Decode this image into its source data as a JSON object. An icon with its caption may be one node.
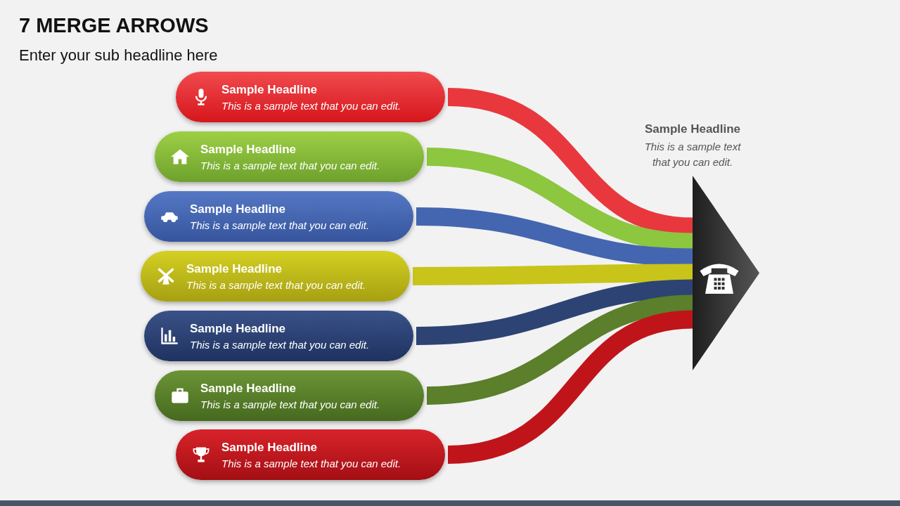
{
  "diagram": {
    "title": "7 MERGE ARROWS",
    "nodes": [
      {
        "text": [
          "Sample Headline",
          "This is a sample text that you can edit."
        ]
      },
      {
        "text": [
          "Sample Headline",
          "This is a sample text that you can edit."
        ]
      },
      {
        "text": [
          "Sample Headline",
          "This is a sample text that you can edit."
        ]
      },
      {
        "text": [
          "Sample Headline",
          "This is a sample text that you can edit."
        ]
      },
      {
        "text": [
          "Sample Headline",
          "This is a sample text that you can edit."
        ]
      },
      {
        "text": [
          "Sample Headline",
          "This is a sample text that you can edit."
        ]
      },
      {
        "text": [
          "Sample Headline",
          "This is a sample text that you can edit."
        ]
      },
      {
        "text": [],
        "shape": "triangle",
        "beside": [
          "Sample Headline",
          "This is a sample text that you can edit."
        ]
      }
    ],
    "edges": [
      {
        "from": 0,
        "to": 7,
        "arrow": "none",
        "color": "#e8383d"
      },
      {
        "from": 1,
        "to": 7,
        "arrow": "none",
        "color": "#8dc63f"
      },
      {
        "from": 2,
        "to": 7,
        "arrow": "none",
        "color": "#4466b0"
      },
      {
        "from": 3,
        "to": 7,
        "arrow": "none",
        "color": "#c8c41a"
      },
      {
        "from": 4,
        "to": 7,
        "arrow": "none",
        "color": "#2d4374"
      },
      {
        "from": 5,
        "to": 7,
        "arrow": "none",
        "color": "#5b7f2a"
      },
      {
        "from": 6,
        "to": 7,
        "arrow": "none",
        "color": "#c0141b"
      }
    ],
    "labels": [
      "Enter your sub headline here"
    ]
  }
}
